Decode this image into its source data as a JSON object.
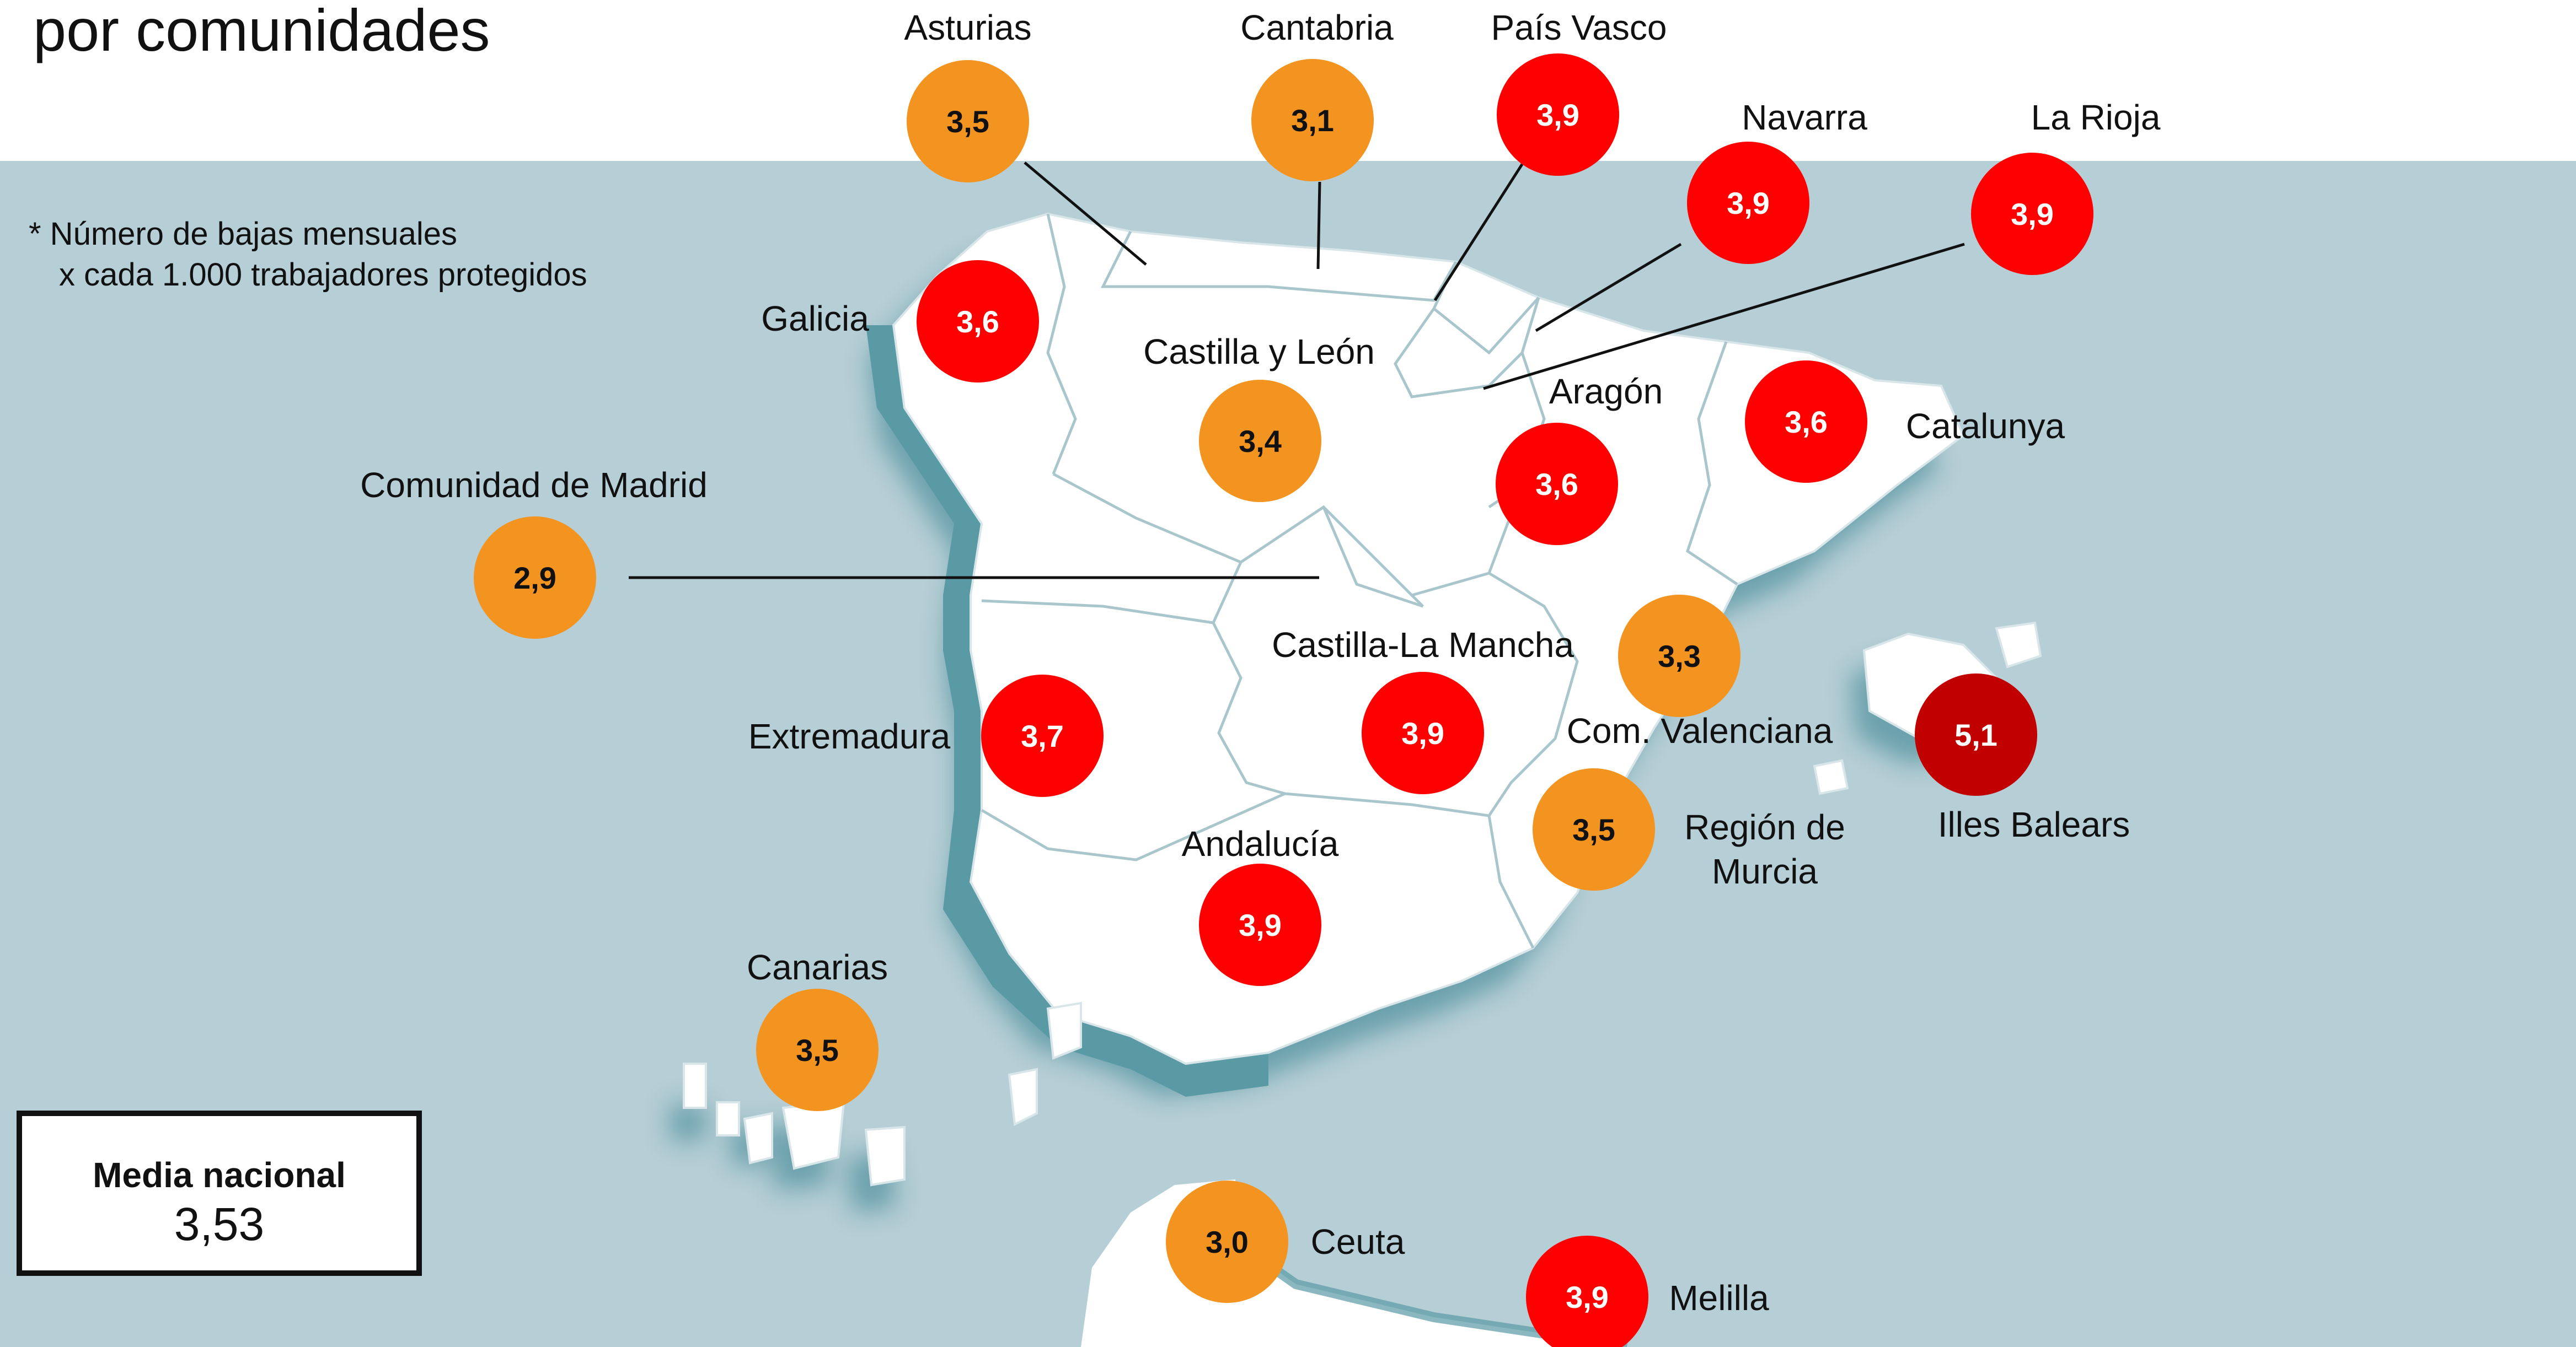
{
  "header": {
    "title": "por comunidades"
  },
  "footnote": {
    "line1": "* Número de bajas mensuales",
    "line2": "x cada 1.000 trabajadores protegidos"
  },
  "national_average": {
    "label": "Media nacional",
    "value": "3,53"
  },
  "colors": {
    "sea": "#b6ced5",
    "land": "#ffffff",
    "border": "#9bbcc3",
    "shadow": "#2e7d8c",
    "below_average": "#f39420",
    "above_average": "#ff0000",
    "highest": "#c10000"
  },
  "regions": [
    {
      "id": "asturias",
      "name": "Asturias",
      "value": "3,5",
      "level": "below_average"
    },
    {
      "id": "cantabria",
      "name": "Cantabria",
      "value": "3,1",
      "level": "below_average"
    },
    {
      "id": "pais-vasco",
      "name": "País Vasco",
      "value": "3,9",
      "level": "above_average"
    },
    {
      "id": "navarra",
      "name": "Navarra",
      "value": "3,9",
      "level": "above_average"
    },
    {
      "id": "la-rioja",
      "name": "La Rioja",
      "value": "3,9",
      "level": "above_average"
    },
    {
      "id": "galicia",
      "name": "Galicia",
      "value": "3,6",
      "level": "above_average"
    },
    {
      "id": "castilla-y-leon",
      "name": "Castilla y León",
      "value": "3,4",
      "level": "below_average"
    },
    {
      "id": "aragon",
      "name": "Aragón",
      "value": "3,6",
      "level": "above_average"
    },
    {
      "id": "catalunya",
      "name": "Catalunya",
      "value": "3,6",
      "level": "above_average"
    },
    {
      "id": "madrid",
      "name": "Comunidad de Madrid",
      "value": "2,9",
      "level": "below_average"
    },
    {
      "id": "castilla-la-mancha",
      "name": "Castilla-La Mancha",
      "value": "3,9",
      "level": "above_average"
    },
    {
      "id": "com-valenciana",
      "name": "Com. Valenciana",
      "value": "3,3",
      "level": "below_average"
    },
    {
      "id": "illes-balears",
      "name": "Illes Balears",
      "value": "5,1",
      "level": "highest"
    },
    {
      "id": "extremadura",
      "name": "Extremadura",
      "value": "3,7",
      "level": "above_average"
    },
    {
      "id": "region-murcia",
      "name": "Región de Murcia",
      "value": "3,5",
      "level": "below_average"
    },
    {
      "id": "andalucia",
      "name": "Andalucía",
      "value": "3,9",
      "level": "above_average"
    },
    {
      "id": "canarias",
      "name": "Canarias",
      "value": "3,5",
      "level": "below_average"
    },
    {
      "id": "ceuta",
      "name": "Ceuta",
      "value": "3,0",
      "level": "below_average"
    },
    {
      "id": "melilla",
      "name": "Melilla",
      "value": "3,9",
      "level": "above_average"
    }
  ]
}
